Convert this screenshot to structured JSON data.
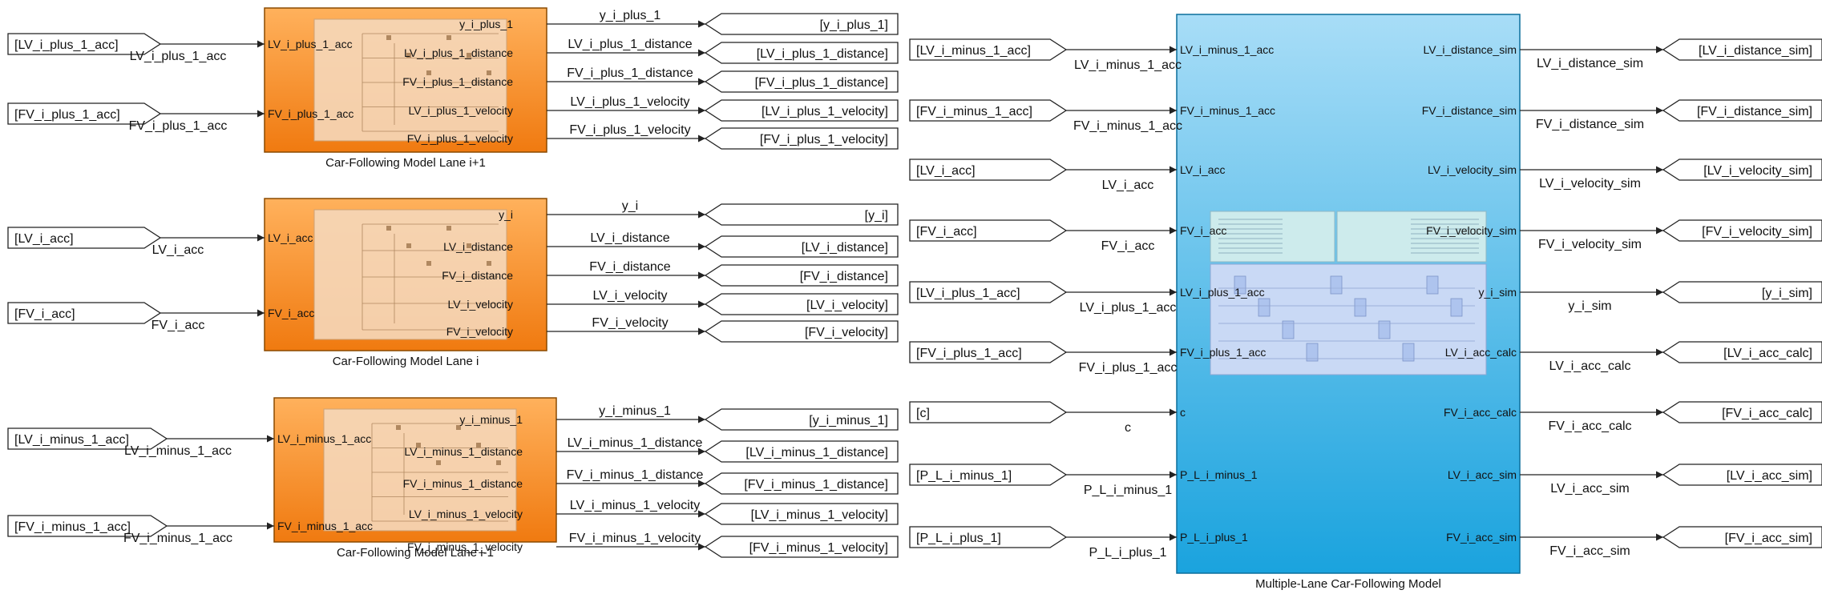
{
  "colors": {
    "orange_light": "#FFB15C",
    "orange_dark": "#F07A10",
    "blue_light": "#A8DDF7",
    "blue_dark": "#1AA3DE",
    "wire": "#222222"
  },
  "subsystems": [
    {
      "id": "lane-i-plus-1",
      "title": "Car-Following Model Lane i+1",
      "inputs": [
        {
          "port": "LV_i_plus_1_acc",
          "signal": "LV_i_plus_1_acc",
          "tag": "[LV_i_plus_1_acc]"
        },
        {
          "port": "FV_i_plus_1_acc",
          "signal": "FV_i_plus_1_acc",
          "tag": "[FV_i_plus_1_acc]"
        }
      ],
      "outputs": [
        {
          "port": "y_i_plus_1",
          "signal": "y_i_plus_1",
          "tag": "[y_i_plus_1]"
        },
        {
          "port": "LV_i_plus_1_distance",
          "signal": "LV_i_plus_1_distance",
          "tag": "[LV_i_plus_1_distance]"
        },
        {
          "port": "FV_i_plus_1_distance",
          "signal": "FV_i_plus_1_distance",
          "tag": "[FV_i_plus_1_distance]"
        },
        {
          "port": "LV_i_plus_1_velocity",
          "signal": "LV_i_plus_1_velocity",
          "tag": "[LV_i_plus_1_velocity]"
        },
        {
          "port": "FV_i_plus_1_velocity",
          "signal": "FV_i_plus_1_velocity",
          "tag": "[FV_i_plus_1_velocity]"
        }
      ]
    },
    {
      "id": "lane-i",
      "title": "Car-Following Model Lane i",
      "inputs": [
        {
          "port": "LV_i_acc",
          "signal": "LV_i_acc",
          "tag": "[LV_i_acc]"
        },
        {
          "port": "FV_i_acc",
          "signal": "FV_i_acc",
          "tag": "[FV_i_acc]"
        }
      ],
      "outputs": [
        {
          "port": "y_i",
          "signal": "y_i",
          "tag": "[y_i]"
        },
        {
          "port": "LV_i_distance",
          "signal": "LV_i_distance",
          "tag": "[LV_i_distance]"
        },
        {
          "port": "FV_i_distance",
          "signal": "FV_i_distance",
          "tag": "[FV_i_distance]"
        },
        {
          "port": "LV_i_velocity",
          "signal": "LV_i_velocity",
          "tag": "[LV_i_velocity]"
        },
        {
          "port": "FV_i_velocity",
          "signal": "FV_i_velocity",
          "tag": "[FV_i_velocity]"
        }
      ]
    },
    {
      "id": "lane-i-minus-1",
      "title": "Car-Following Model Lane i-1",
      "inputs": [
        {
          "port": "LV_i_minus_1_acc",
          "signal": "LV_i_minus_1_acc",
          "tag": "[LV_i_minus_1_acc]"
        },
        {
          "port": "FV_i_minus_1_acc",
          "signal": "FV_i_minus_1_acc",
          "tag": "[FV_i_minus_1_acc]"
        }
      ],
      "outputs": [
        {
          "port": "y_i_minus_1",
          "signal": "y_i_minus_1",
          "tag": "[y_i_minus_1]"
        },
        {
          "port": "LV_i_minus_1_distance",
          "signal": "LV_i_minus_1_distance",
          "tag": "[LV_i_minus_1_distance]"
        },
        {
          "port": "FV_i_minus_1_distance",
          "signal": "FV_i_minus_1_distance",
          "tag": "[FV_i_minus_1_distance]"
        },
        {
          "port": "LV_i_minus_1_velocity",
          "signal": "LV_i_minus_1_velocity",
          "tag": "[LV_i_minus_1_velocity]"
        },
        {
          "port": "FV_i_minus_1_velocity",
          "signal": "FV_i_minus_1_velocity",
          "tag": "[FV_i_minus_1_velocity]"
        }
      ]
    },
    {
      "id": "multi-lane",
      "title": "Multiple-Lane Car-Following Model",
      "inputs": [
        {
          "port": "LV_i_minus_1_acc",
          "signal": "LV_i_minus_1_acc",
          "tag": "[LV_i_minus_1_acc]"
        },
        {
          "port": "FV_i_minus_1_acc",
          "signal": "FV_i_minus_1_acc",
          "tag": "[FV_i_minus_1_acc]"
        },
        {
          "port": "LV_i_acc",
          "signal": "LV_i_acc",
          "tag": "[LV_i_acc]"
        },
        {
          "port": "FV_i_acc",
          "signal": "FV_i_acc",
          "tag": "[FV_i_acc]"
        },
        {
          "port": "LV_i_plus_1_acc",
          "signal": "LV_i_plus_1_acc",
          "tag": "[LV_i_plus_1_acc]"
        },
        {
          "port": "FV_i_plus_1_acc",
          "signal": "FV_i_plus_1_acc",
          "tag": "[FV_i_plus_1_acc]"
        },
        {
          "port": "c",
          "signal": "c",
          "tag": "[c]"
        },
        {
          "port": "P_L_i_minus_1",
          "signal": "P_L_i_minus_1",
          "tag": "[P_L_i_minus_1]"
        },
        {
          "port": "P_L_i_plus_1",
          "signal": "P_L_i_plus_1",
          "tag": "[P_L_i_plus_1]"
        }
      ],
      "outputs": [
        {
          "port": "LV_i_distance_sim",
          "signal": "LV_i_distance_sim",
          "tag": "[LV_i_distance_sim]"
        },
        {
          "port": "FV_i_distance_sim",
          "signal": "FV_i_distance_sim",
          "tag": "[FV_i_distance_sim]"
        },
        {
          "port": "LV_i_velocity_sim",
          "signal": "LV_i_velocity_sim",
          "tag": "[LV_i_velocity_sim]"
        },
        {
          "port": "FV_i_velocity_sim",
          "signal": "FV_i_velocity_sim",
          "tag": "[FV_i_velocity_sim]"
        },
        {
          "port": "y_i_sim",
          "signal": "y_i_sim",
          "tag": "[y_i_sim]"
        },
        {
          "port": "LV_i_acc_calc",
          "signal": "LV_i_acc_calc",
          "tag": "[LV_i_acc_calc]"
        },
        {
          "port": "FV_i_acc_calc",
          "signal": "FV_i_acc_calc",
          "tag": "[FV_i_acc_calc]"
        },
        {
          "port": "LV_i_acc_sim",
          "signal": "LV_i_acc_sim",
          "tag": "[LV_i_acc_sim]"
        },
        {
          "port": "FV_i_acc_sim",
          "signal": "FV_i_acc_sim",
          "tag": "[FV_i_acc_sim]"
        }
      ]
    }
  ]
}
